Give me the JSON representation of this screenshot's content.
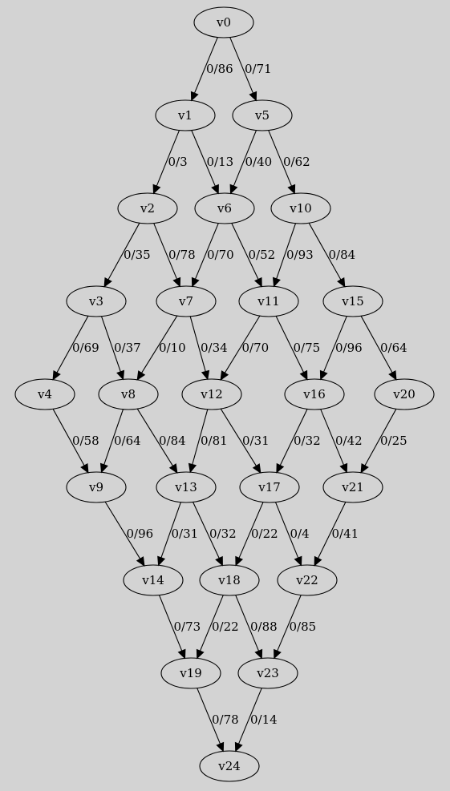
{
  "graph": {
    "background": "#d3d3d3",
    "nodes": [
      "v0",
      "v1",
      "v2",
      "v3",
      "v4",
      "v5",
      "v6",
      "v7",
      "v8",
      "v9",
      "v10",
      "v11",
      "v12",
      "v13",
      "v14",
      "v15",
      "v16",
      "v17",
      "v18",
      "v19",
      "v20",
      "v21",
      "v22",
      "v23",
      "v24"
    ],
    "edges": [
      {
        "from": "v0",
        "to": "v1",
        "label": "0/86"
      },
      {
        "from": "v0",
        "to": "v5",
        "label": "0/71"
      },
      {
        "from": "v1",
        "to": "v2",
        "label": "0/3"
      },
      {
        "from": "v1",
        "to": "v6",
        "label": "0/13"
      },
      {
        "from": "v5",
        "to": "v6",
        "label": "0/40"
      },
      {
        "from": "v5",
        "to": "v10",
        "label": "0/62"
      },
      {
        "from": "v2",
        "to": "v3",
        "label": "0/35"
      },
      {
        "from": "v2",
        "to": "v7",
        "label": "0/78"
      },
      {
        "from": "v6",
        "to": "v7",
        "label": "0/70"
      },
      {
        "from": "v6",
        "to": "v11",
        "label": "0/52"
      },
      {
        "from": "v10",
        "to": "v11",
        "label": "0/93"
      },
      {
        "from": "v10",
        "to": "v15",
        "label": "0/84"
      },
      {
        "from": "v3",
        "to": "v4",
        "label": "0/69"
      },
      {
        "from": "v3",
        "to": "v8",
        "label": "0/37"
      },
      {
        "from": "v7",
        "to": "v8",
        "label": "0/10"
      },
      {
        "from": "v7",
        "to": "v12",
        "label": "0/34"
      },
      {
        "from": "v11",
        "to": "v12",
        "label": "0/70"
      },
      {
        "from": "v11",
        "to": "v16",
        "label": "0/75"
      },
      {
        "from": "v15",
        "to": "v16",
        "label": "0/96"
      },
      {
        "from": "v15",
        "to": "v20",
        "label": "0/64"
      },
      {
        "from": "v4",
        "to": "v9",
        "label": "0/58"
      },
      {
        "from": "v8",
        "to": "v9",
        "label": "0/64"
      },
      {
        "from": "v8",
        "to": "v13",
        "label": "0/84"
      },
      {
        "from": "v12",
        "to": "v13",
        "label": "0/81"
      },
      {
        "from": "v12",
        "to": "v17",
        "label": "0/31"
      },
      {
        "from": "v16",
        "to": "v17",
        "label": "0/32"
      },
      {
        "from": "v16",
        "to": "v21",
        "label": "0/42"
      },
      {
        "from": "v20",
        "to": "v21",
        "label": "0/25"
      },
      {
        "from": "v9",
        "to": "v14",
        "label": "0/96"
      },
      {
        "from": "v13",
        "to": "v14",
        "label": "0/31"
      },
      {
        "from": "v13",
        "to": "v18",
        "label": "0/32"
      },
      {
        "from": "v17",
        "to": "v18",
        "label": "0/22"
      },
      {
        "from": "v17",
        "to": "v22",
        "label": "0/4"
      },
      {
        "from": "v21",
        "to": "v22",
        "label": "0/41"
      },
      {
        "from": "v14",
        "to": "v19",
        "label": "0/73"
      },
      {
        "from": "v18",
        "to": "v19",
        "label": "0/22"
      },
      {
        "from": "v18",
        "to": "v23",
        "label": "0/88"
      },
      {
        "from": "v22",
        "to": "v23",
        "label": "0/85"
      },
      {
        "from": "v19",
        "to": "v24",
        "label": "0/78"
      },
      {
        "from": "v23",
        "to": "v24",
        "label": "0/14"
      }
    ]
  }
}
